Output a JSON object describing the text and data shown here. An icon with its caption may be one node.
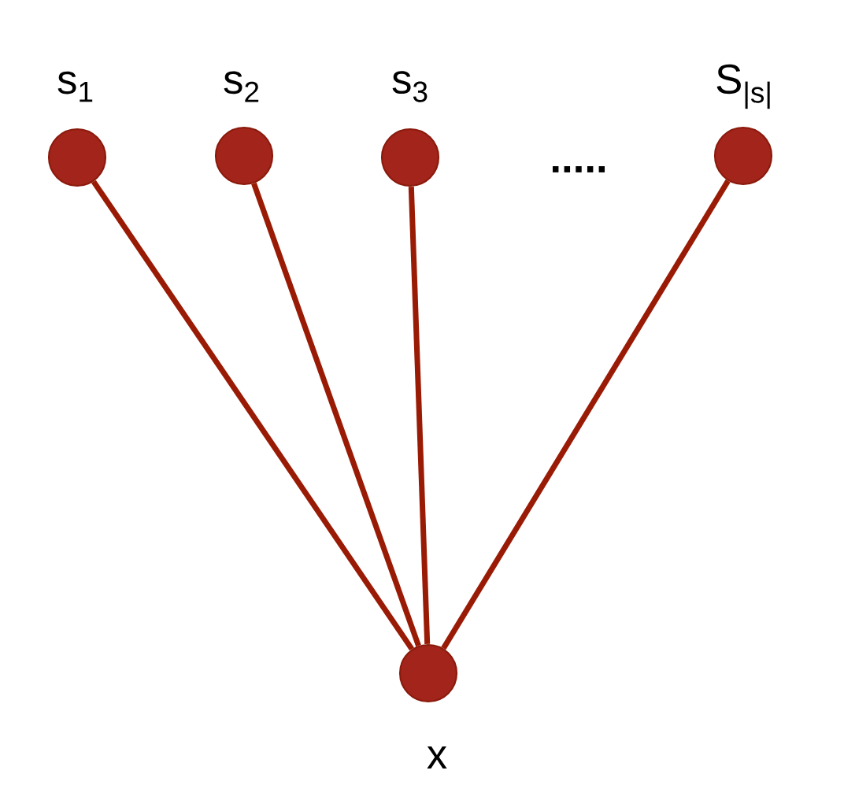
{
  "diagram": {
    "nodes": [
      {
        "text": [
          "s$_{1}$"
        ]
      },
      {
        "text": [
          "s$_{2}$"
        ]
      },
      {
        "text": [
          "s$_{3}$"
        ]
      },
      {
        "text": [
          "S$_{|s|}$"
        ]
      },
      {
        "text": [
          "x"
        ]
      }
    ],
    "edges": [
      {
        "from": 0,
        "to": 4,
        "arrow": "none"
      },
      {
        "from": 1,
        "to": 4,
        "arrow": "none"
      },
      {
        "from": 2,
        "to": 4,
        "arrow": "none"
      },
      {
        "from": 3,
        "to": 4,
        "arrow": "none"
      }
    ],
    "labels": [
      "....."
    ]
  }
}
